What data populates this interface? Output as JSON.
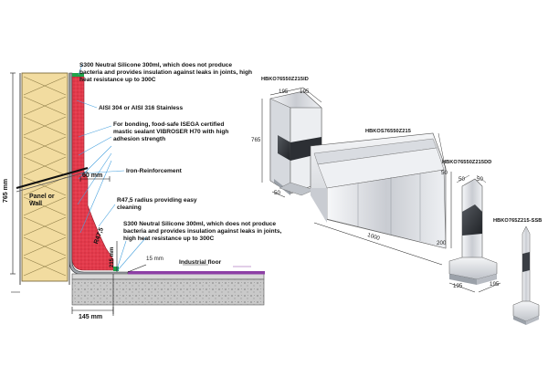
{
  "callouts": {
    "silicone_top": "S300 Neutral Silicone 300ml, which does not produce bacteria and provides insulation against leaks in joints, high heat resistance up to 300C",
    "steel": "AISI 304 or AISI 316 Stainless",
    "sealant": "For bonding, food-safe ISEGA certified mastic sealant VIBROSER H70 with high adhesion strength",
    "iron": "Iron-Reinforcement",
    "radius": "R47,5 radius providing easy cleaning",
    "silicone_bottom": "S300 Neutral Silicone 300ml, which does not produce bacteria and provides insulation against leaks in joints, high heat resistance up to 300C",
    "industrial_floor": "Industrial floor",
    "panel_wall": "Panel or Wall"
  },
  "section_dims": {
    "height": "765 mm",
    "depth_60": "60 mm",
    "radius": "R47,5",
    "height_215": "215 mm",
    "gap_15": "15 mm",
    "width_145": "145 mm"
  },
  "products": {
    "corner_code": "HBKO76550Z215ID",
    "straight_code": "HBKOS76550Z215",
    "outer_code": "HBKO76550Z215DD",
    "end_code": "HBKO765Z215-SSB",
    "corner_dims": {
      "top_a": "195",
      "top_b": "195",
      "height": "765",
      "foot": "50"
    },
    "straight_dims": {
      "length": "1000",
      "height": "200",
      "top": "50"
    },
    "outer_dims": {
      "top": "50",
      "top_b": "50",
      "base_a": "195",
      "base_b": "195"
    }
  },
  "colors": {
    "insulation": "#f2dca0",
    "mastic": "#e8394c",
    "steel_light": "#e6e8ec",
    "steel_dark": "#2c2f34",
    "concrete": "#bfbfbf",
    "leader": "#4aa3df",
    "silicone_mark": "#1fa34a",
    "floor_mark": "#8d3fa5"
  }
}
